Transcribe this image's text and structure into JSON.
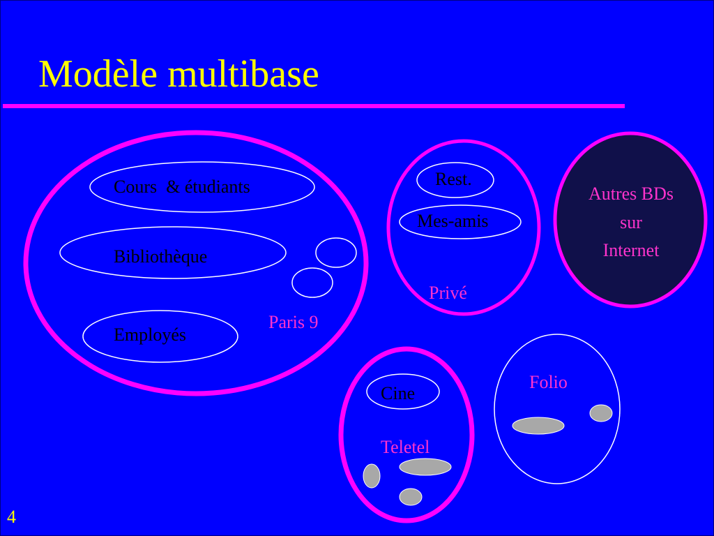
{
  "slide": {
    "title": "Modèle multibase",
    "page_number": "4"
  },
  "groups": {
    "paris9": {
      "label": "Paris 9",
      "databases": [
        "Cours  & étudiants",
        "Bibliothèque",
        "Employés"
      ]
    },
    "prive": {
      "label": "Privé",
      "databases": [
        "Rest.",
        "Mes-amis"
      ]
    },
    "internet": {
      "label_lines": [
        "Autres BDs",
        "sur",
        "Internet"
      ]
    },
    "teletel": {
      "label": "Teletel",
      "databases": [
        "Cine"
      ]
    },
    "folio": {
      "label": "Folio"
    }
  },
  "colors": {
    "background": "#0000ff",
    "title": "#ffff00",
    "accent": "#ff00ff",
    "group_label": "#ff33cc",
    "internet_fill": "#10104a",
    "node_stroke": "#ffffff",
    "node_text": "#000000",
    "blob_fill": "#a8a8a8"
  }
}
